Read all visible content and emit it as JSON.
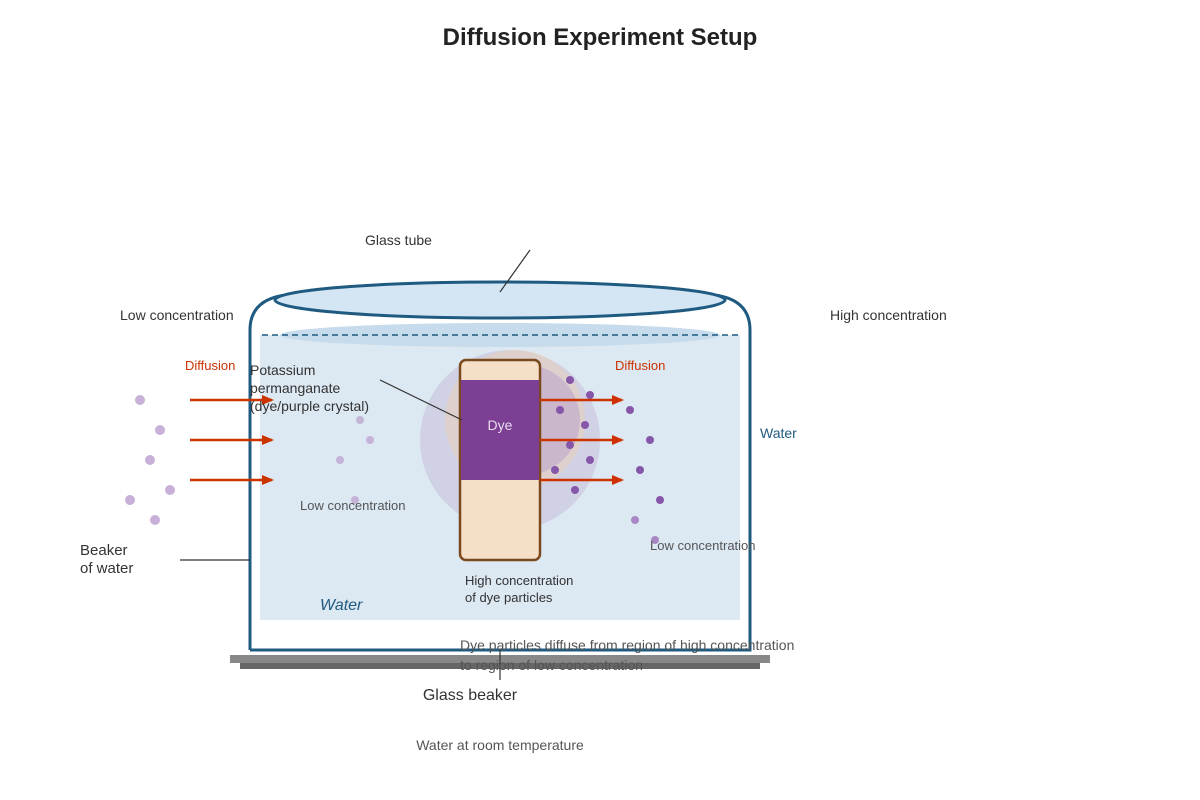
{
  "title": "Diffusion Experiment Setup",
  "labels": {
    "glass_tube": "Glass tube",
    "low_conc_left": "Low concentration",
    "high_conc_right": "High concentration",
    "diffusion_left": "Diffusion",
    "diffusion_right": "Diffusion",
    "crystal_line1": "Potassium",
    "crystal_line2": "permanganate",
    "crystal_line3": "(dye/purple crystal)",
    "dye": "Dye",
    "water_right": "Water",
    "low_conc_inner": "Low concentration",
    "low_conc_right_inner": "Low concentration",
    "beaker_line1": "Beaker",
    "beaker_line2": "of water",
    "high_conc_dye_line1": "High concentration",
    "high_conc_dye_line2": "of dye particles",
    "water_inner": "Water",
    "caption_line1": "Dye particles diffuse from region of high concentration",
    "caption_line2": "to region of low concentration",
    "glass_beaker": "Glass beaker",
    "water_temp": "Water at room temperature"
  },
  "colors": {
    "beaker_outline": "#1f5a80",
    "water_fill": "#dce8f2",
    "tube_outline": "#7a4a1e",
    "tube_fill": "#f5dfc6",
    "dye": "#7c3f93",
    "arrow": "#cc3300",
    "particle_dark": "#8656a8",
    "particle_light": "#c8b0d8"
  }
}
